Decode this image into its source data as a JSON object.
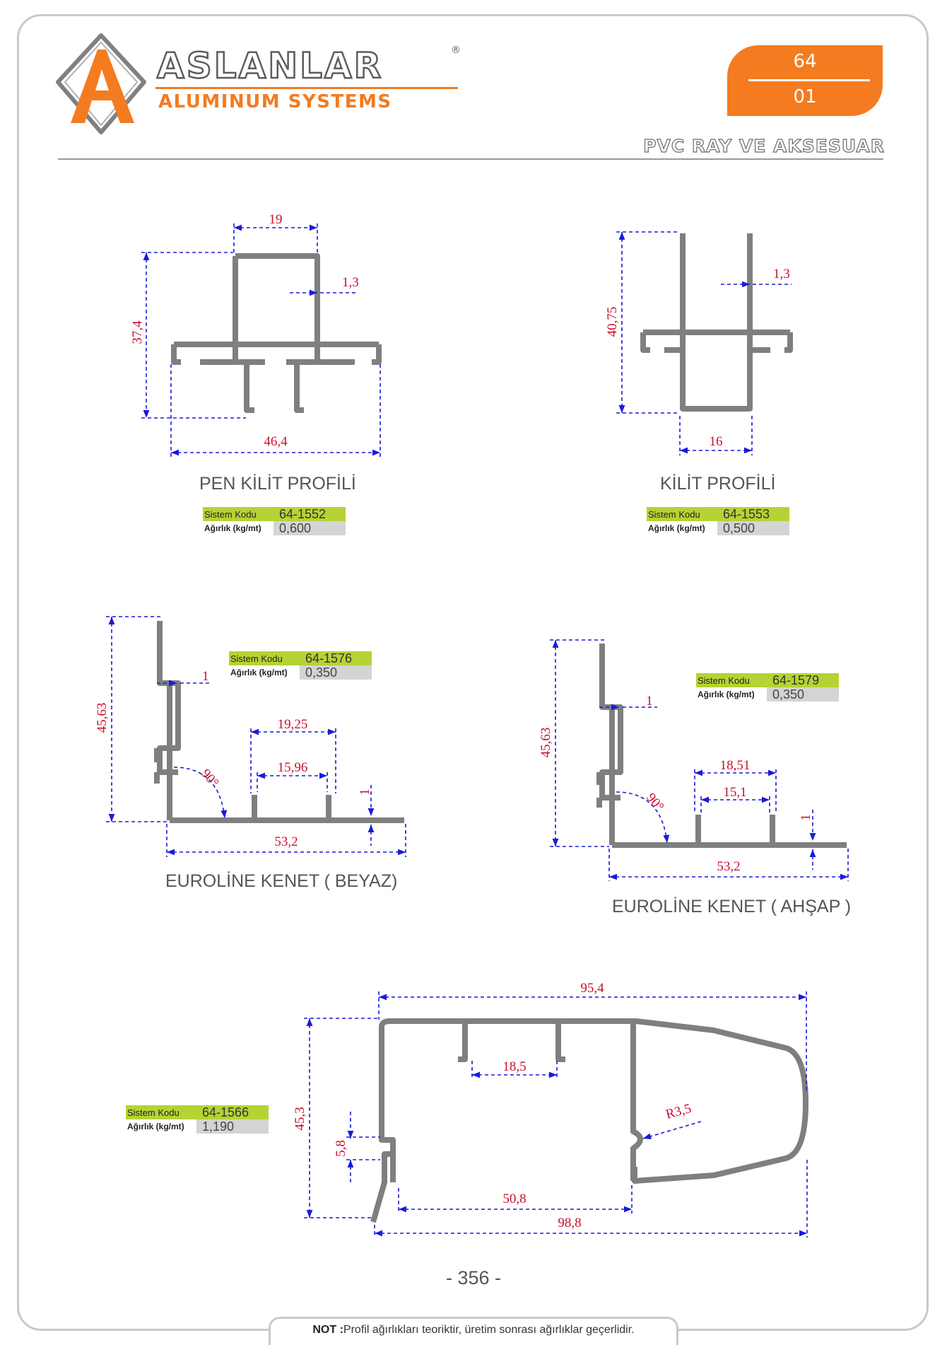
{
  "brand": {
    "name": "ASLANLAR",
    "registered": "®",
    "subtitle": "ALUMINUM SYSTEMS",
    "logo_letter": "A"
  },
  "badge": {
    "series": "64",
    "page_code": "01"
  },
  "section_title": "PVC RAY VE  AKSESUAR",
  "info_labels": {
    "code": "Sistem Kodu",
    "weight": "Ağırlık (kg/mt)"
  },
  "profiles": [
    {
      "name": "PEN KİLİT PROFİLİ",
      "code": "64-1552",
      "weight": "0,600",
      "dims": {
        "top": "19",
        "wall": "1,3",
        "height": "37,4",
        "width": "46,4"
      }
    },
    {
      "name": "KİLİT PROFİLİ",
      "code": "64-1553",
      "weight": "0,500",
      "dims": {
        "wall": "1,3",
        "height": "40,75",
        "width": "16"
      }
    },
    {
      "name": "EUROLİNE KENET ( BEYAZ)",
      "code": "64-1576",
      "weight": "0,350",
      "dims": {
        "height": "45,63",
        "wall": "1",
        "outer": "19,25",
        "inner": "15,96",
        "angle": "90°",
        "base": "1",
        "width": "53,2"
      }
    },
    {
      "name": "EUROLİNE KENET ( AHŞAP )",
      "code": "64-1579",
      "weight": "0,350",
      "dims": {
        "height": "45,63",
        "wall": "1",
        "outer": "18,51",
        "inner": "15,1",
        "angle": "90°",
        "base": "1",
        "width": "53,2"
      }
    },
    {
      "name": "",
      "code": "64-1566",
      "weight": "1,190",
      "dims": {
        "top": "95,4",
        "inner_top": "18,5",
        "height": "45,3",
        "radius": "R3,5",
        "slot": "5,8",
        "bottom_inner": "50,8",
        "bottom": "98,8"
      }
    }
  ],
  "page_number": "- 356 -",
  "note": {
    "prefix": "NOT :",
    "text": "Profil ağırlıkları teoriktir, üretim sonrası ağırlıklar geçerlidir."
  },
  "colors": {
    "accent": "#f47b20",
    "code_bg": "#b5d334",
    "dimension": "#c8102e",
    "dim_line": "#1a1adb",
    "profile": "#7f7f7f"
  }
}
